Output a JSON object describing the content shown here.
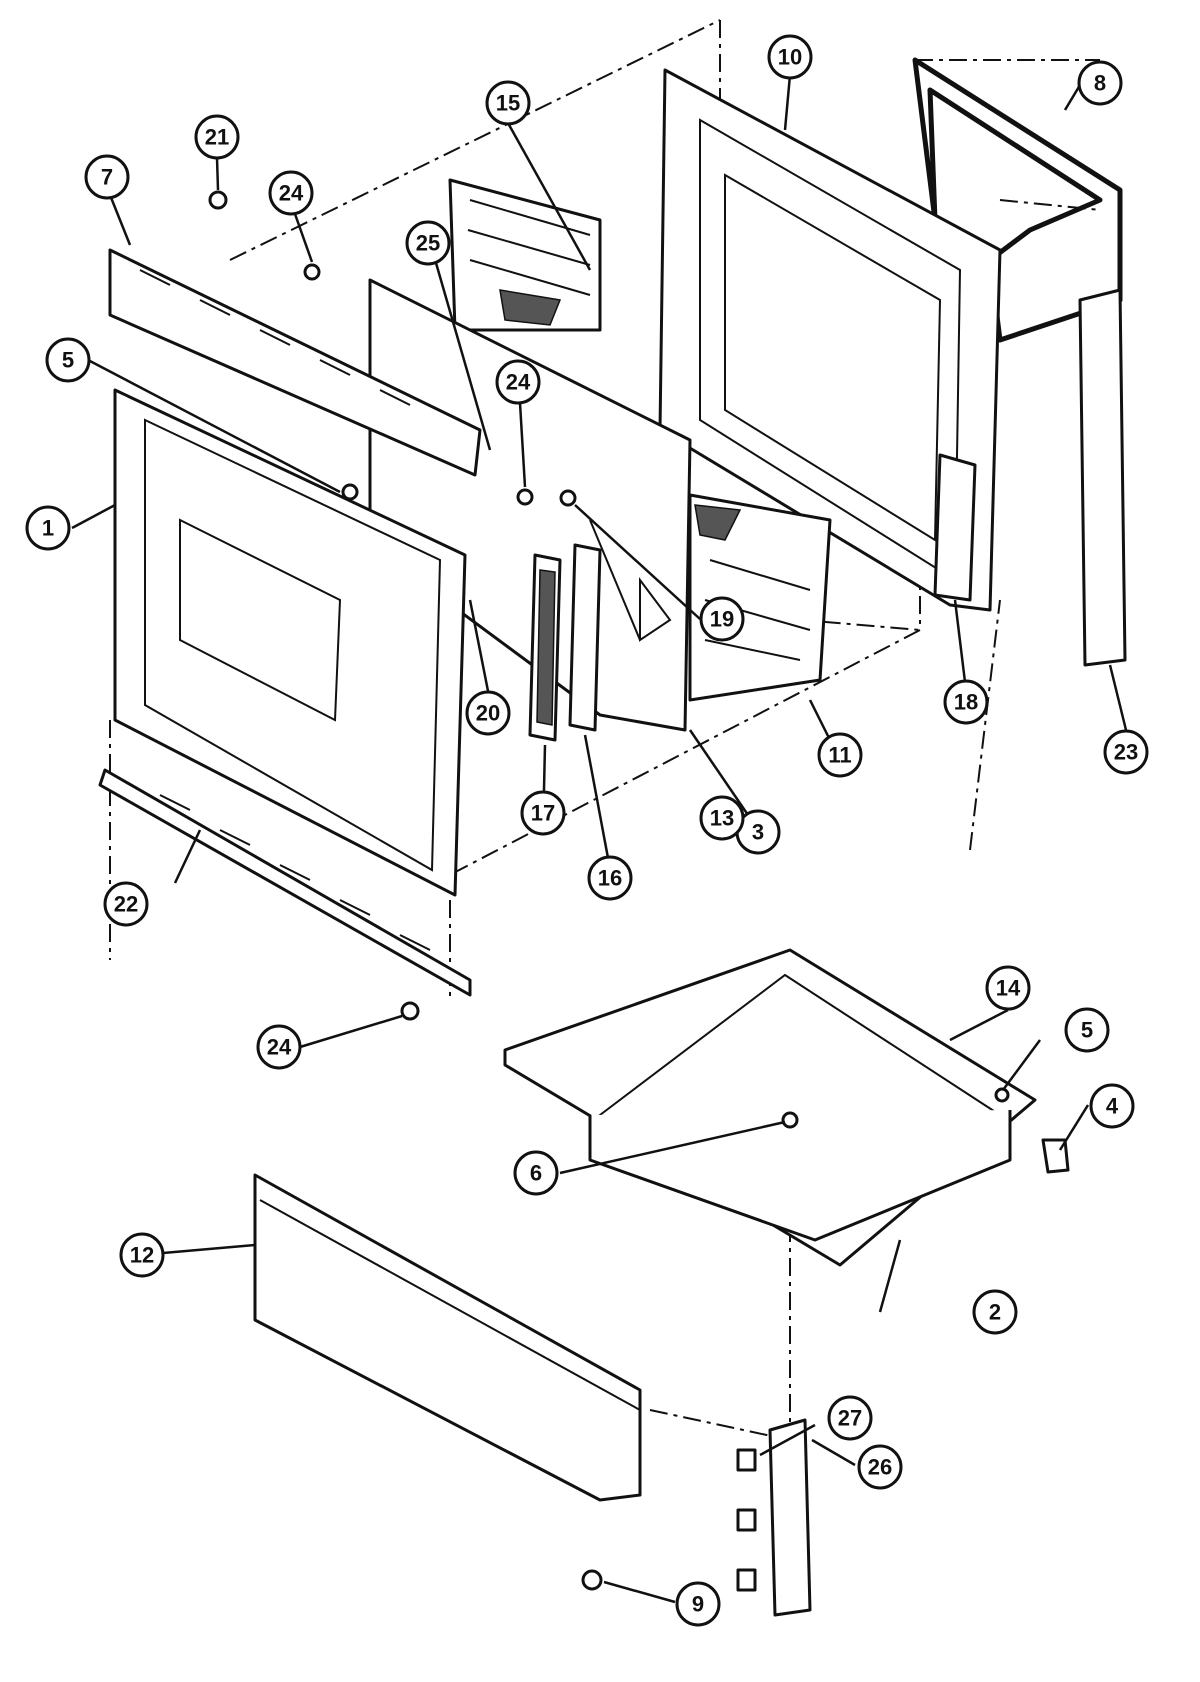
{
  "callouts": [
    "1",
    "2",
    "3",
    "4",
    "5",
    "5",
    "6",
    "7",
    "8",
    "9",
    "10",
    "11",
    "12",
    "13",
    "14",
    "15",
    "16",
    "17",
    "18",
    "19",
    "20",
    "21",
    "22",
    "23",
    "24",
    "24",
    "24",
    "25",
    "26",
    "27"
  ],
  "colors": {
    "line": "#111111",
    "background": "#ffffff"
  }
}
